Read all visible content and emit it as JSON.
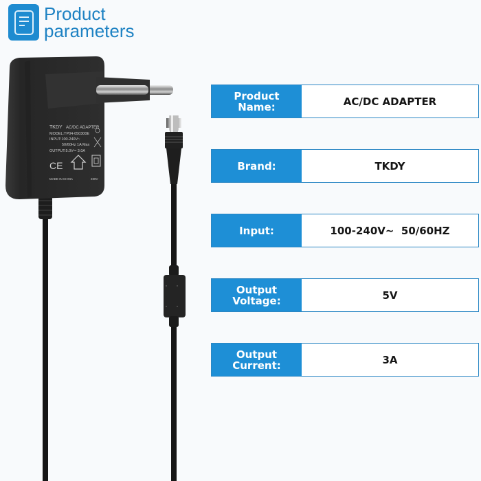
{
  "header": {
    "title_line1": "Product",
    "title_line2": "parameters",
    "icon": "document-list-icon"
  },
  "specs": [
    {
      "label": "Product\nName:",
      "value": "AC/DC ADAPTER"
    },
    {
      "label": "Brand:",
      "value": "TKDY"
    },
    {
      "label": "Input:",
      "value": "100-240V~  50/60HZ"
    },
    {
      "label": "Output\nVoltage:",
      "value": "5V"
    },
    {
      "label": "Output\nCurrent:",
      "value": "3A"
    }
  ],
  "adapter_label": {
    "brand": "TKDY",
    "type": "AC/DC ADAPTER",
    "model": "MODEL:TP04-050300E",
    "input1": "INPUT:100-240V~",
    "input2": "50/60Hz  1A Max",
    "output": "OUTPUT:5.0V⎓ 3.0A",
    "origin": "MADE IN CHINA",
    "ce": "CE",
    "rating": "230V"
  },
  "colors": {
    "accent": "#1e8fd6",
    "title": "#1e82c3",
    "adapter_body": "#2b2b2b"
  }
}
